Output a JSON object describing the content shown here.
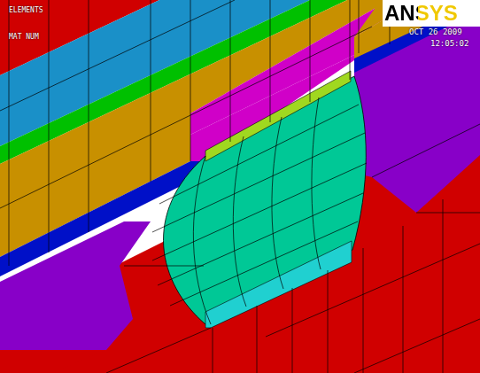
{
  "diagram": {
    "labels": [
      "ELEMENTS",
      "MAT NUM",
      "ANSYS",
      "OCT 26 2009",
      "12:05:02"
    ]
  }
}
